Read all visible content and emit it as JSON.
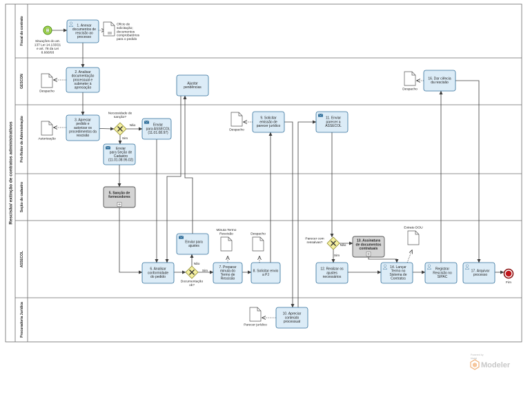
{
  "diagram": {
    "pool_title": "Rescisão/ extinção de contratos administrativos",
    "lanes": [
      {
        "id": "fiscal",
        "label": "Fiscal do contrato"
      },
      {
        "id": "gescon",
        "label": "GESCON"
      },
      {
        "id": "proreitor",
        "label": "Pró-Reitor de Administração"
      },
      {
        "id": "cadastro",
        "label": "Seção de cadastro"
      },
      {
        "id": "assecol",
        "label": "ASSECOL"
      },
      {
        "id": "procuradoria",
        "label": "Procuradoria Jurídica"
      }
    ],
    "start_event_label": [
      "Situações do art.",
      "137 Lei 14.133/21",
      "e art. 78 da Lei",
      "8.666/93"
    ],
    "end_event_label": "Fim",
    "tasks": [
      {
        "id": "t1",
        "lines": [
          "1. Anexar",
          "documentos de",
          "rescisão ao",
          "processo"
        ],
        "type": "user"
      },
      {
        "id": "t2",
        "lines": [
          "2. Analisar",
          "documentação",
          "processual e",
          "submeter à",
          "apreciação"
        ],
        "type": "none"
      },
      {
        "id": "t3",
        "lines": [
          "3. Apreciar",
          "pedido e",
          "autorizar os",
          "procedimentos da",
          "rescisão"
        ],
        "type": "none"
      },
      {
        "id": "t_envass",
        "lines": [
          "Enviar",
          "para ASSECOL",
          "(11.01.08.97)"
        ],
        "type": "send"
      },
      {
        "id": "t_envcad",
        "lines": [
          "Enviar",
          "para  Seção de",
          "Cadastro",
          "(11.01.08.95.02)"
        ],
        "type": "send"
      },
      {
        "id": "t_pend",
        "lines": [
          "Ajustar",
          "pendências"
        ],
        "type": "none"
      },
      {
        "id": "t6",
        "lines": [
          "6. Analisar",
          "conformidade",
          "do pedido"
        ],
        "type": "none"
      },
      {
        "id": "t_ajust",
        "lines": [
          "Enviar para",
          "ajustes"
        ],
        "type": "send"
      },
      {
        "id": "t7",
        "lines": [
          "7. Preparar",
          "minuta do",
          "Termo de",
          "Rescisão"
        ],
        "type": "none"
      },
      {
        "id": "t8",
        "lines": [
          "8. Solicitar envio",
          "a PJ"
        ],
        "type": "none"
      },
      {
        "id": "t9",
        "lines": [
          "9. Solicitar",
          "emissão de",
          "parecer jurídico"
        ],
        "type": "none"
      },
      {
        "id": "t10",
        "lines": [
          "10. Apreciar",
          "conteúdo",
          "processual"
        ],
        "type": "none"
      },
      {
        "id": "t11",
        "lines": [
          "11. Enviar",
          "parecer a",
          "ASSECOL"
        ],
        "type": "send"
      },
      {
        "id": "t12",
        "lines": [
          "12. Realizar os",
          "ajustes",
          "necessários"
        ],
        "type": "none"
      },
      {
        "id": "t14",
        "lines": [
          "14. Lançar",
          "Termo no",
          "Sistema de",
          "Contratos"
        ],
        "type": "user"
      },
      {
        "id": "t15",
        "lines": [
          "Registrar",
          "Rescisão no",
          "SIPAC"
        ],
        "type": "user"
      },
      {
        "id": "t16",
        "lines": [
          "16. Dar ciência",
          "da rescisão"
        ],
        "type": "none"
      },
      {
        "id": "t17",
        "lines": [
          "17. Arquivar",
          "processo"
        ],
        "type": "user"
      }
    ],
    "subprocesses": [
      {
        "id": "s5",
        "lines": [
          "5. Sanção de",
          "fornecedores"
        ]
      },
      {
        "id": "s13",
        "lines": [
          "13. Assinatura",
          "de documentos",
          "contratuais"
        ]
      }
    ],
    "documents": [
      {
        "id": "d_oficio",
        "lines": [
          "Ofício de",
          "solicitação;",
          "documentos",
          "comprobatórios",
          "para o pedido"
        ]
      },
      {
        "id": "d_desp_g",
        "lines": [
          "Despacho"
        ]
      },
      {
        "id": "d_aut",
        "lines": [
          "Autorização"
        ]
      },
      {
        "id": "d_desp9",
        "lines": [
          "Despacho"
        ]
      },
      {
        "id": "d_desp16",
        "lines": [
          "Despacho"
        ]
      },
      {
        "id": "d_minuta",
        "lines": [
          "Minuta Termo",
          "Rescisão"
        ]
      },
      {
        "id": "d_desp8",
        "lines": [
          "Despacho"
        ]
      },
      {
        "id": "d_parecer",
        "lines": [
          "Parecer jurídico"
        ]
      },
      {
        "id": "d_extrato",
        "lines": [
          "Extrato DOU"
        ]
      }
    ],
    "gateways": [
      {
        "id": "g_sancao",
        "lines": [
          "Necessidade de",
          "sanção?"
        ]
      },
      {
        "id": "g_doc",
        "lines": [
          "Documentação",
          "ok?"
        ]
      },
      {
        "id": "g_parecer",
        "lines": [
          "Parecer com",
          "ressalvas?"
        ]
      }
    ],
    "flow_labels": {
      "nao": "Não",
      "sim": "Sim"
    },
    "logo": {
      "powered": "Powered by",
      "brand": "bizagi",
      "product": "Modeler"
    }
  },
  "colors": {
    "task_fill": "#dcecf7",
    "task_stroke": "#2f6e9a",
    "sub_fill": "#d4d4d4",
    "sub_stroke": "#555555",
    "gateway_fill": "#f5f0a0",
    "gateway_stroke": "#8e8a2e",
    "start_fill": "#a6d64f",
    "start_stroke": "#4f8f1e",
    "end_stroke": "#8a1010",
    "end_fill": "#c0151b",
    "lane_stroke": "#6a6a6a",
    "flow": "#3c3c3c"
  }
}
